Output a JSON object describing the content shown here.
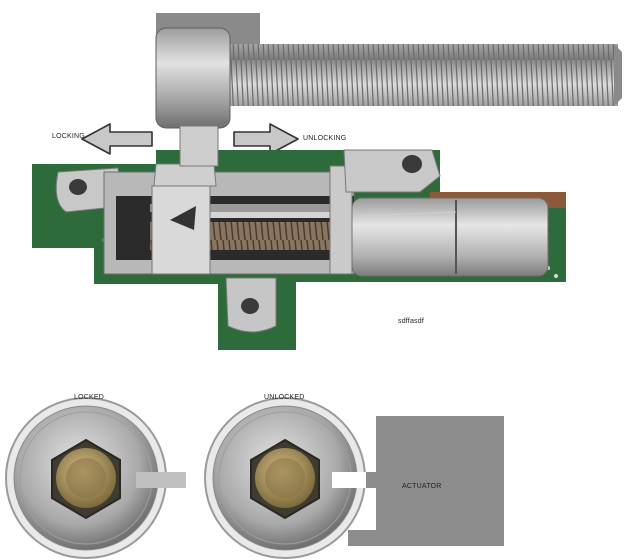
{
  "labels": {
    "locking": "LOCKING",
    "unlocking": "UNLOCKING",
    "note": "sdffasdf",
    "locked": "LOCKED",
    "unlocked": "UNLOCKED",
    "actuator": "ACTUATOR"
  },
  "colors": {
    "arrow_fill": "#c8c8c8",
    "arrow_stroke": "#333333",
    "block_gray": "#8a8a8a",
    "actuator_gray": "#8c8c8c",
    "pcb_green": "#2e6b3a",
    "metal": "#c9c9c9",
    "brass": "#b59a5a"
  }
}
